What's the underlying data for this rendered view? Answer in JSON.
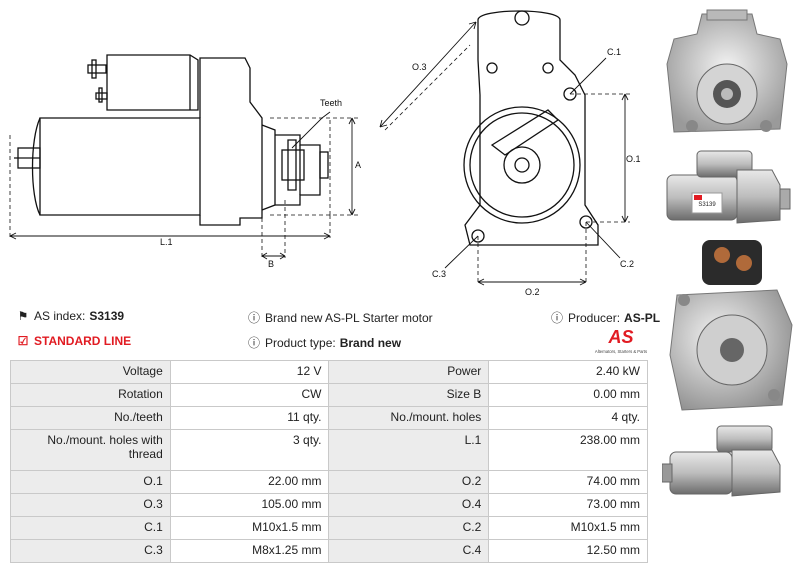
{
  "drawing": {
    "labels": {
      "l1": "L.1",
      "b": "B",
      "a": "A",
      "teeth": "Teeth",
      "o1": "O.1",
      "o2": "O.2",
      "o3": "O.3",
      "c1": "C.1",
      "c2": "C.2",
      "c3": "C.3"
    }
  },
  "info": {
    "as_index_label": "AS index:",
    "as_index_value": "S3139",
    "standard_line": "STANDARD LINE",
    "description": "Brand new AS-PL Starter motor",
    "product_type_label": "Product type:",
    "product_type_value": "Brand new",
    "producer_label": "Producer:",
    "producer_value": "AS-PL"
  },
  "logo": {
    "mark": "AS",
    "tagline": "Alternators, Starters & Parts",
    "color": "#e11b22"
  },
  "spec_rows": [
    {
      "l1": "Voltage",
      "v1": "12 V",
      "l2": "Power",
      "v2": "2.40 kW"
    },
    {
      "l1": "Rotation",
      "v1": "CW",
      "l2": "Size B",
      "v2": "0.00 mm"
    },
    {
      "l1": "No./teeth",
      "v1": "11 qty.",
      "l2": "No./mount. holes",
      "v2": "4 qty."
    },
    {
      "l1": "No./mount. holes with thread",
      "v1": "3 qty.",
      "l2": "L.1",
      "v2": "238.00 mm"
    },
    {
      "l1": "O.1",
      "v1": "22.00 mm",
      "l2": "O.2",
      "v2": "74.00 mm"
    },
    {
      "l1": "O.3",
      "v1": "105.00 mm",
      "l2": "O.4",
      "v2": "73.00 mm"
    },
    {
      "l1": "C.1",
      "v1": "M10x1.5 mm",
      "l2": "C.2",
      "v2": "M10x1.5 mm"
    },
    {
      "l1": "C.3",
      "v1": "M8x1.25 mm",
      "l2": "C.4",
      "v2": "12.50 mm"
    }
  ],
  "photo_labels": {
    "label_text": "S3139"
  }
}
